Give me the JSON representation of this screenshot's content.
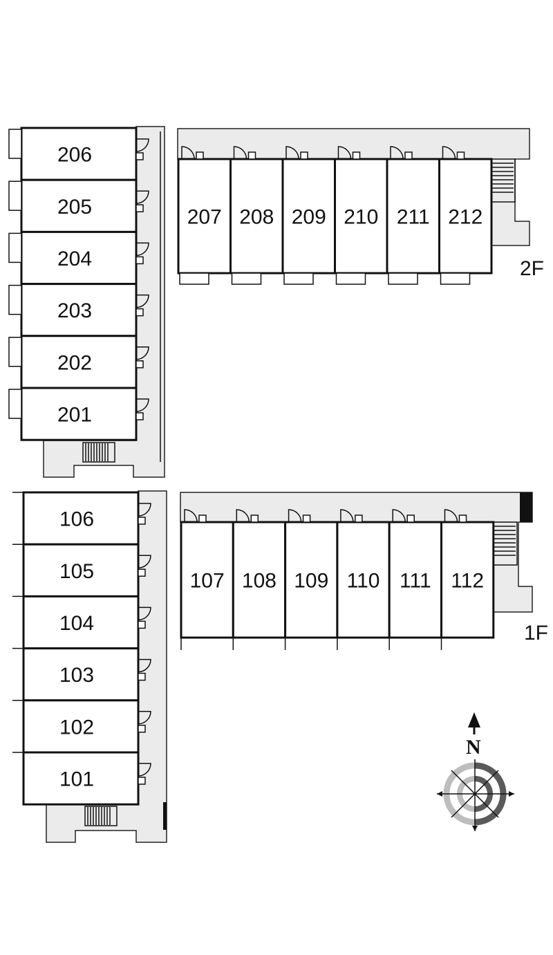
{
  "floors": [
    {
      "label": "2F",
      "west_units": [
        "206",
        "205",
        "204",
        "203",
        "202",
        "201"
      ],
      "east_units": [
        "207",
        "208",
        "209",
        "210",
        "211",
        "212"
      ]
    },
    {
      "label": "1F",
      "west_units": [
        "106",
        "105",
        "104",
        "103",
        "102",
        "101"
      ],
      "east_units": [
        "107",
        "108",
        "109",
        "110",
        "111",
        "112"
      ]
    }
  ],
  "compass": {
    "label": "N"
  },
  "colors": {
    "line": "#111111",
    "corridor": "#ebebeb",
    "background": "#ffffff"
  }
}
